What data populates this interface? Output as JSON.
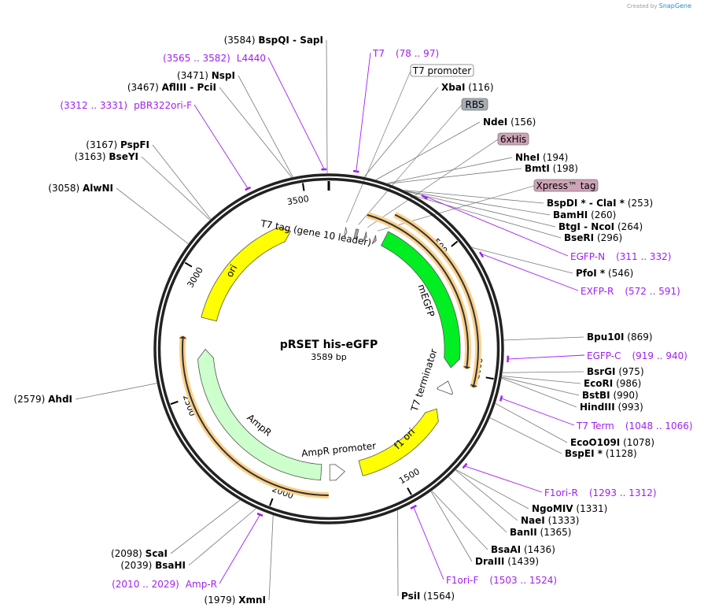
{
  "credit": {
    "prefix": "Created by",
    "brand": "SnapGene"
  },
  "plasmid": {
    "name": "pRSET his-eGFP",
    "length_label": "3589 bp",
    "length": 3589
  },
  "ticks": [
    500,
    1000,
    1500,
    2000,
    2500,
    3000,
    3500
  ],
  "features": [
    {
      "name": "ori",
      "start": 2830,
      "end": 3410,
      "dir": 1,
      "color": "#ffff00",
      "labelled": true
    },
    {
      "name": "T7 promoter",
      "start": 70,
      "end": 88,
      "dir": 1,
      "color": "#ffffff",
      "box": true
    },
    {
      "name": "RBS",
      "start": 128,
      "end": 140,
      "dir": 0,
      "color": "#a6acb3",
      "box": true
    },
    {
      "name": "6xHis",
      "start": 168,
      "end": 186,
      "dir": 1,
      "color": "#cfa3b7",
      "box": true
    },
    {
      "name": "Xpress™ tag",
      "start": 212,
      "end": 236,
      "dir": 1,
      "color": "#cfa3b7",
      "box": true
    },
    {
      "name": "T7 tag (gene 10 leader)",
      "start": 190,
      "end": 225,
      "dir": 1,
      "color": "#cfa3b7",
      "labelled": true
    },
    {
      "name": "mEGFP",
      "start": 268,
      "end": 985,
      "dir": 1,
      "color": "#00ee22",
      "labelled": true
    },
    {
      "name": "T7 terminator",
      "start": 1048,
      "end": 1100,
      "dir": -1,
      "color": "#ffffff",
      "labelled": true
    },
    {
      "name": "f1 ori",
      "start": 1187,
      "end": 1645,
      "dir": -1,
      "color": "#ffff00",
      "labelled": true
    },
    {
      "name": "AmpR promoter",
      "start": 1720,
      "end": 1790,
      "dir": -1,
      "color": "#ffffff",
      "labelled": true
    },
    {
      "name": "AmpR",
      "start": 1830,
      "end": 2690,
      "dir": 1,
      "color": "#ccffcc",
      "labelled": true
    }
  ],
  "orfs": [
    {
      "start": 160,
      "end": 980,
      "dir": 1,
      "ring": 1
    },
    {
      "start": 262,
      "end": 1047,
      "dir": 1,
      "ring": 2
    },
    {
      "start": 1795,
      "end": 2742,
      "dir": 1,
      "ring": 2
    }
  ],
  "enzymes": [
    {
      "name": "BspQI  - SapI",
      "pos": 3584
    },
    {
      "name": "NspI",
      "pos": 3471
    },
    {
      "name": "AflIII  - PciI",
      "pos": 3467
    },
    {
      "name": "PspFI",
      "pos": 3167
    },
    {
      "name": "BseYI",
      "pos": 3163
    },
    {
      "name": "AlwNI",
      "pos": 3058
    },
    {
      "name": "AhdI",
      "pos": 2579
    },
    {
      "name": "ScaI",
      "pos": 2098
    },
    {
      "name": "BsaHI",
      "pos": 2039
    },
    {
      "name": "XmnI",
      "pos": 1979
    },
    {
      "name": "XbaI",
      "pos": 116
    },
    {
      "name": "NdeI",
      "pos": 156
    },
    {
      "name": "NheI",
      "pos": 194
    },
    {
      "name": "BmtI",
      "pos": 198
    },
    {
      "name": "BspDI *  - ClaI *",
      "pos": 253
    },
    {
      "name": "BamHI",
      "pos": 260
    },
    {
      "name": "BtgI  - NcoI",
      "pos": 264
    },
    {
      "name": "BseRI",
      "pos": 296
    },
    {
      "name": "PfoI *",
      "pos": 546
    },
    {
      "name": "Bpu10I",
      "pos": 869
    },
    {
      "name": "BsrGI",
      "pos": 975
    },
    {
      "name": "EcoRI",
      "pos": 986
    },
    {
      "name": "BstBI",
      "pos": 990
    },
    {
      "name": "HindIII",
      "pos": 993
    },
    {
      "name": "EcoO109I",
      "pos": 1078
    },
    {
      "name": "BspEI *",
      "pos": 1128
    },
    {
      "name": "NgoMIV",
      "pos": 1331
    },
    {
      "name": "NaeI",
      "pos": 1333
    },
    {
      "name": "BanII",
      "pos": 1365
    },
    {
      "name": "BsaAI",
      "pos": 1436
    },
    {
      "name": "DraIII",
      "pos": 1439
    },
    {
      "name": "PsiI",
      "pos": 1564
    }
  ],
  "primers": [
    {
      "name": "T7",
      "range": "(78 .. 97)",
      "start": 78,
      "end": 97
    },
    {
      "name": "L4440",
      "range": "(3565 .. 3582)",
      "start": 3565,
      "end": 3582
    },
    {
      "name": "pBR322ori-F",
      "range": "(3312 .. 3331)",
      "start": 3312,
      "end": 3331
    },
    {
      "name": "EGFP-N",
      "range": "(311 .. 332)",
      "start": 311,
      "end": 332
    },
    {
      "name": "EXFP-R",
      "range": "(572 .. 591)",
      "start": 572,
      "end": 591
    },
    {
      "name": "EGFP-C",
      "range": "(919 .. 940)",
      "start": 919,
      "end": 940
    },
    {
      "name": "T7 Term",
      "range": "(1048 .. 1066)",
      "start": 1048,
      "end": 1066
    },
    {
      "name": "F1ori-R",
      "range": "(1293 .. 1312)",
      "start": 1293,
      "end": 1312
    },
    {
      "name": "F1ori-F",
      "range": "(1503 .. 1524)",
      "start": 1503,
      "end": 1524
    },
    {
      "name": "Amp-R",
      "range": "(2010 .. 2029)",
      "start": 2010,
      "end": 2029
    }
  ]
}
